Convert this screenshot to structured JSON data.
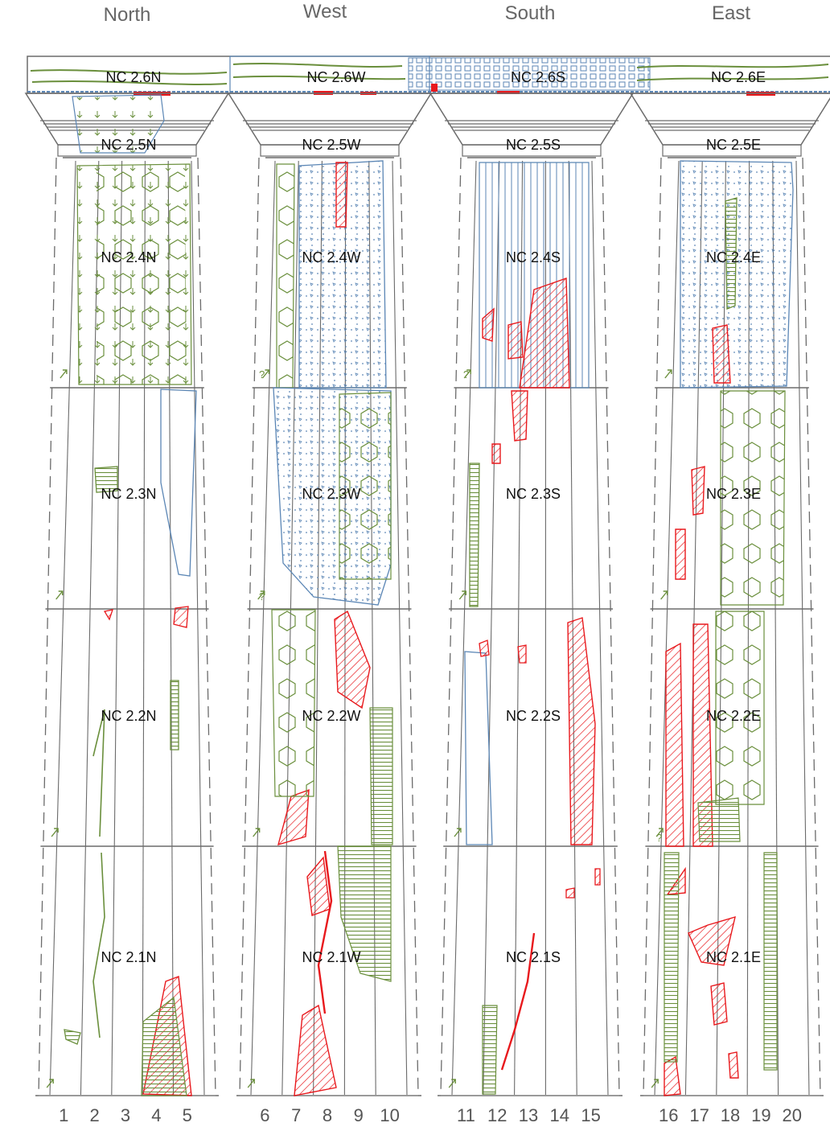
{
  "headings": {
    "north": "North",
    "west": "West",
    "south": "South",
    "east": "East"
  },
  "faces": {
    "north": {
      "labels": [
        "NC 2.6N",
        "NC 2.5N",
        "NC 2.4N",
        "NC 2.3N",
        "NC 2.2N",
        "NC 2.1N"
      ],
      "flutes": [
        "1",
        "2",
        "3",
        "4",
        "5"
      ]
    },
    "west": {
      "labels": [
        "NC 2.6W",
        "NC 2.5W",
        "NC 2.4W",
        "NC 2.3W",
        "NC 2.2W",
        "NC 2.1W"
      ],
      "flutes": [
        "6",
        "7",
        "8",
        "9",
        "10"
      ]
    },
    "south": {
      "labels": [
        "NC 2.6S",
        "NC 2.5S",
        "NC 2.4S",
        "NC 2.3S",
        "NC 2.2S",
        "NC 2.1S"
      ],
      "flutes": [
        "11",
        "12",
        "13",
        "14",
        "15"
      ]
    },
    "east": {
      "labels": [
        "NC 2.6E",
        "NC 2.5E",
        "NC 2.4E",
        "NC 2.3E",
        "NC 2.2E",
        "NC 2.1E"
      ],
      "flutes": [
        "16",
        "17",
        "18",
        "19",
        "20"
      ]
    }
  },
  "question_mark": "?",
  "colors": {
    "outline": "#6b6b6b",
    "green": "#6a8f3c",
    "blue": "#5b86b5",
    "red": "#e8191d"
  }
}
